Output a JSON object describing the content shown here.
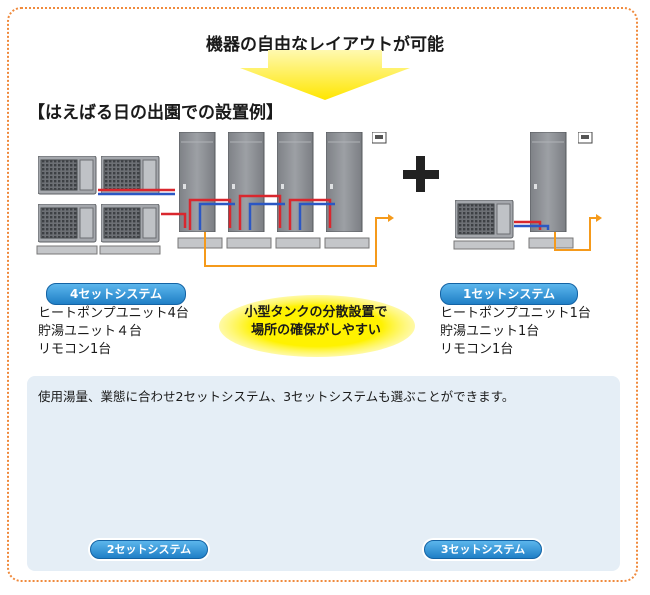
{
  "heading": "機器の自由なレイアウトが可能",
  "example_title": "【はえばる日の出園での設置例】",
  "plus_symbol": "＋",
  "systems": {
    "four": {
      "badge": "4セットシステム",
      "lines": [
        "ヒートポンプユニット4台",
        "貯湯ユニット４台",
        "リモコン1台"
      ]
    },
    "one": {
      "badge": "1セットシステム",
      "lines": [
        "ヒートポンプユニット1台",
        "貯湯ユニット1台",
        "リモコン1台"
      ]
    }
  },
  "callout": [
    "小型タンクの分散設置で",
    "場所の確保がしやすい"
  ],
  "note": "使用湯量、業態に合わせ2セットシステム、3セットシステムも選ぶことができます。",
  "lower_systems": {
    "two_badge": "2セットシステム",
    "three_badge": "3セットシステム"
  },
  "colors": {
    "frame": "#f08a3c",
    "arrow": "#ffe600",
    "badge": "#2b8fd6",
    "callout": "#fff200",
    "unit": "#8e9196",
    "hot_pipe": "#d9272e",
    "cold_pipe": "#2b57c4",
    "water_pipe": "#f59a1b",
    "lower_bg": "#e5eef6"
  }
}
